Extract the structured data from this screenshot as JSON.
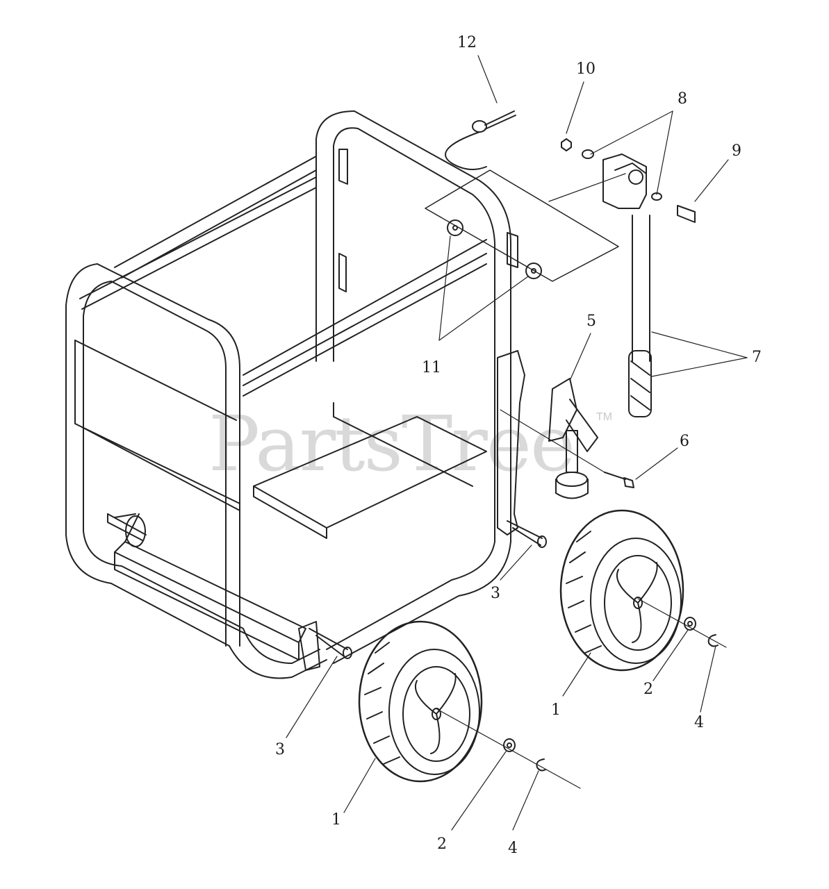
{
  "watermark": {
    "text": "PartsTree",
    "tm": "TM"
  },
  "callouts": [
    {
      "id": "c12",
      "text": "12"
    },
    {
      "id": "c10",
      "text": "10"
    },
    {
      "id": "c8",
      "text": "8"
    },
    {
      "id": "c9",
      "text": "9"
    },
    {
      "id": "c11",
      "text": "11"
    },
    {
      "id": "c5",
      "text": "5"
    },
    {
      "id": "c7",
      "text": "7"
    },
    {
      "id": "c6",
      "text": "6"
    },
    {
      "id": "c3a",
      "text": "3"
    },
    {
      "id": "c3b",
      "text": "3"
    },
    {
      "id": "c1a",
      "text": "1"
    },
    {
      "id": "c2a",
      "text": "2"
    },
    {
      "id": "c4a",
      "text": "4"
    },
    {
      "id": "c1b",
      "text": "1"
    },
    {
      "id": "c2b",
      "text": "2"
    },
    {
      "id": "c4b",
      "text": "4"
    }
  ]
}
